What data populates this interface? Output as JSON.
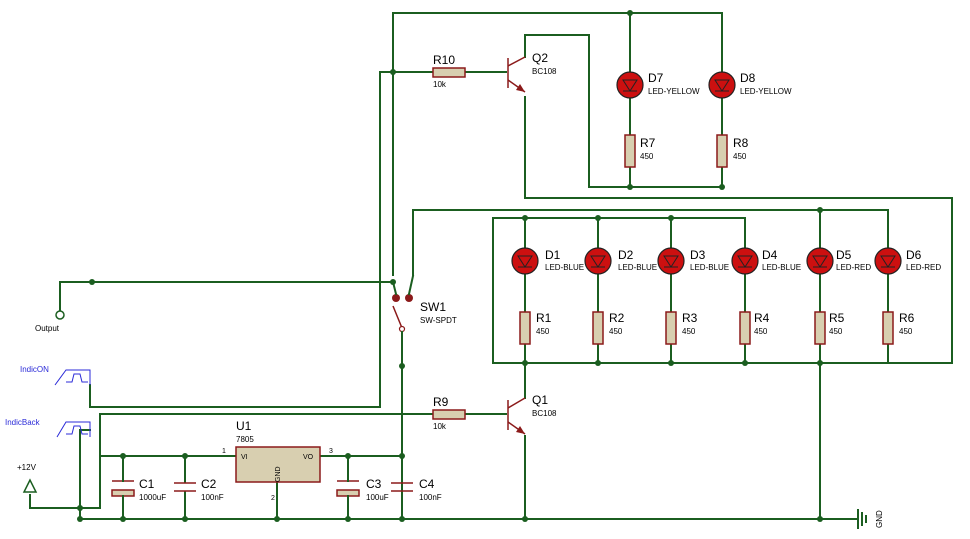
{
  "components": {
    "r10": {
      "ref": "R10",
      "value": "10k"
    },
    "r9": {
      "ref": "R9",
      "value": "10k"
    },
    "q2": {
      "ref": "Q2",
      "value": "BC108"
    },
    "q1": {
      "ref": "Q1",
      "value": "BC108"
    },
    "d7": {
      "ref": "D7",
      "value": "LED-YELLOW"
    },
    "d8": {
      "ref": "D8",
      "value": "LED-YELLOW"
    },
    "r7": {
      "ref": "R7",
      "value": "450"
    },
    "r8": {
      "ref": "R8",
      "value": "450"
    },
    "d1": {
      "ref": "D1",
      "value": "LED-BLUE"
    },
    "d2": {
      "ref": "D2",
      "value": "LED-BLUE"
    },
    "d3": {
      "ref": "D3",
      "value": "LED-BLUE"
    },
    "d4": {
      "ref": "D4",
      "value": "LED-BLUE"
    },
    "d5": {
      "ref": "D5",
      "value": "LED-RED"
    },
    "d6": {
      "ref": "D6",
      "value": "LED-RED"
    },
    "r1": {
      "ref": "R1",
      "value": "450"
    },
    "r2": {
      "ref": "R2",
      "value": "450"
    },
    "r3": {
      "ref": "R3",
      "value": "450"
    },
    "r4": {
      "ref": "R4",
      "value": "450"
    },
    "r5": {
      "ref": "R5",
      "value": "450"
    },
    "r6": {
      "ref": "R6",
      "value": "450"
    },
    "sw1": {
      "ref": "SW1",
      "value": "SW-SPDT"
    },
    "u1": {
      "ref": "U1",
      "value": "7805",
      "pin_vi": "VI",
      "pin_vo": "VO",
      "pin_gnd": "GND",
      "pin1": "1",
      "pin2": "2",
      "pin3": "3"
    },
    "c1": {
      "ref": "C1",
      "value": "1000uF"
    },
    "c2": {
      "ref": "C2",
      "value": "100nF"
    },
    "c3": {
      "ref": "C3",
      "value": "100uF"
    },
    "c4": {
      "ref": "C4",
      "value": "100nF"
    }
  },
  "terminals": {
    "output": "Output",
    "indic_on": "IndicON",
    "indic_back": "IndicBack",
    "v12": "+12V",
    "gnd": "GND"
  },
  "colors": {
    "wire": "#1b5e20",
    "component": "#8b1a1a",
    "resistor_fill": "#d8cfb0",
    "led_fill": "#cc1010",
    "terminal_label": "#2b2bd8"
  }
}
